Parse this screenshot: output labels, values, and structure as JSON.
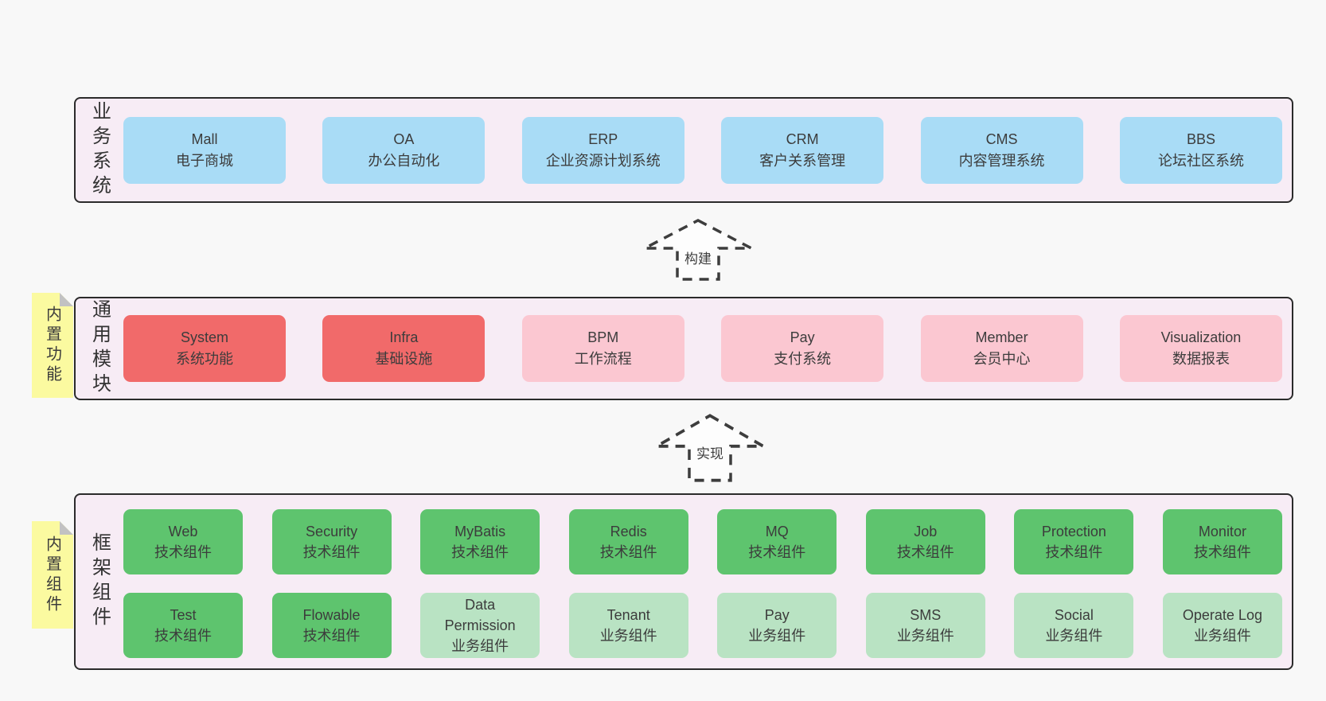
{
  "diagram": {
    "layers": [
      {
        "label": "业务系统",
        "boxes": [
          {
            "title": "Mall",
            "subtitle": "电子商城"
          },
          {
            "title": "OA",
            "subtitle": "办公自动化"
          },
          {
            "title": "ERP",
            "subtitle": "企业资源计划系统"
          },
          {
            "title": "CRM",
            "subtitle": "客户关系管理"
          },
          {
            "title": "CMS",
            "subtitle": "内容管理系统"
          },
          {
            "title": "BBS",
            "subtitle": "论坛社区系统"
          }
        ]
      },
      {
        "label": "通用模块",
        "note": "内置功能",
        "boxes": [
          {
            "title": "System",
            "subtitle": "系统功能",
            "variant": "red"
          },
          {
            "title": "Infra",
            "subtitle": "基础设施",
            "variant": "red"
          },
          {
            "title": "BPM",
            "subtitle": "工作流程",
            "variant": "pink"
          },
          {
            "title": "Pay",
            "subtitle": "支付系统",
            "variant": "pink"
          },
          {
            "title": "Member",
            "subtitle": "会员中心",
            "variant": "pink"
          },
          {
            "title": "Visualization",
            "subtitle": "数据报表",
            "variant": "pink"
          }
        ]
      },
      {
        "label": "框架组件",
        "note": "内置组件",
        "rows": [
          [
            {
              "title": "Web",
              "subtitle": "技术组件",
              "variant": "green"
            },
            {
              "title": "Security",
              "subtitle": "技术组件",
              "variant": "green"
            },
            {
              "title": "MyBatis",
              "subtitle": "技术组件",
              "variant": "green"
            },
            {
              "title": "Redis",
              "subtitle": "技术组件",
              "variant": "green"
            },
            {
              "title": "MQ",
              "subtitle": "技术组件",
              "variant": "green"
            },
            {
              "title": "Job",
              "subtitle": "技术组件",
              "variant": "green"
            },
            {
              "title": "Protection",
              "subtitle": "技术组件",
              "variant": "green"
            },
            {
              "title": "Monitor",
              "subtitle": "技术组件",
              "variant": "green"
            }
          ],
          [
            {
              "title": "Test",
              "subtitle": "技术组件",
              "variant": "green"
            },
            {
              "title": "Flowable",
              "subtitle": "技术组件",
              "variant": "green"
            },
            {
              "title": "Data Permission",
              "subtitle": "业务组件",
              "variant": "lightgreen"
            },
            {
              "title": "Tenant",
              "subtitle": "业务组件",
              "variant": "lightgreen"
            },
            {
              "title": "Pay",
              "subtitle": "业务组件",
              "variant": "lightgreen"
            },
            {
              "title": "SMS",
              "subtitle": "业务组件",
              "variant": "lightgreen"
            },
            {
              "title": "Social",
              "subtitle": "业务组件",
              "variant": "lightgreen"
            },
            {
              "title": "Operate Log",
              "subtitle": "业务组件",
              "variant": "lightgreen"
            }
          ]
        ]
      }
    ],
    "arrows": [
      {
        "label": "构建"
      },
      {
        "label": "实现"
      }
    ],
    "colors": {
      "page_bg": "#f8f8f8",
      "container_bg": "#f7ecf5",
      "container_border": "#2b2b2b",
      "box_blue": "#a9dcf6",
      "box_red": "#f16a6a",
      "box_pink": "#fbc7d1",
      "box_green": "#5ec46e",
      "box_light_green": "#b9e3c3",
      "note_yellow": "#fbfaa0",
      "note_fold_gray": "#c2c2c2",
      "text": "#3c3c3c"
    }
  }
}
